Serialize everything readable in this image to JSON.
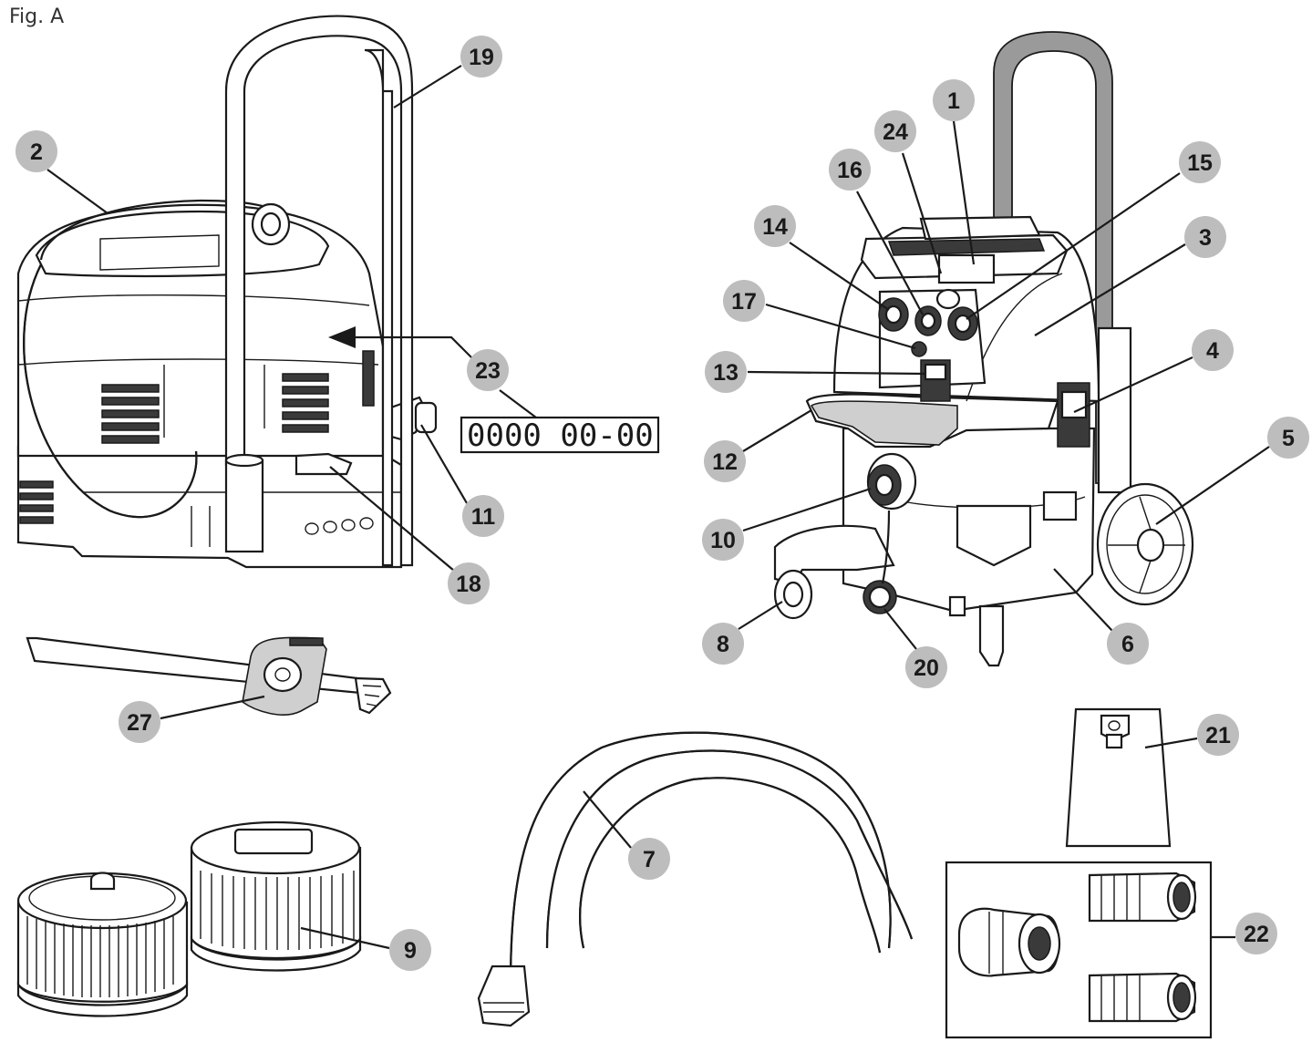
{
  "figure_label": "Fig. A",
  "serial_code": "0000  00-00",
  "callouts": [
    {
      "id": "1",
      "label": "1"
    },
    {
      "id": "2",
      "label": "2"
    },
    {
      "id": "3",
      "label": "3"
    },
    {
      "id": "4",
      "label": "4"
    },
    {
      "id": "5",
      "label": "5"
    },
    {
      "id": "6",
      "label": "6"
    },
    {
      "id": "7",
      "label": "7"
    },
    {
      "id": "8",
      "label": "8"
    },
    {
      "id": "9",
      "label": "9"
    },
    {
      "id": "10",
      "label": "10"
    },
    {
      "id": "11",
      "label": "11"
    },
    {
      "id": "12",
      "label": "12"
    },
    {
      "id": "13",
      "label": "13"
    },
    {
      "id": "14",
      "label": "14"
    },
    {
      "id": "15",
      "label": "15"
    },
    {
      "id": "16",
      "label": "16"
    },
    {
      "id": "17",
      "label": "17"
    },
    {
      "id": "18",
      "label": "18"
    },
    {
      "id": "19",
      "label": "19"
    },
    {
      "id": "20",
      "label": "20"
    },
    {
      "id": "21",
      "label": "21"
    },
    {
      "id": "22",
      "label": "22"
    },
    {
      "id": "23",
      "label": "23"
    },
    {
      "id": "24",
      "label": "24"
    },
    {
      "id": "27",
      "label": "27"
    }
  ],
  "colors": {
    "callout_fill": "#bdbdbd",
    "ink": "#1a1a1a",
    "handle_grey": "#9a9a9a"
  }
}
